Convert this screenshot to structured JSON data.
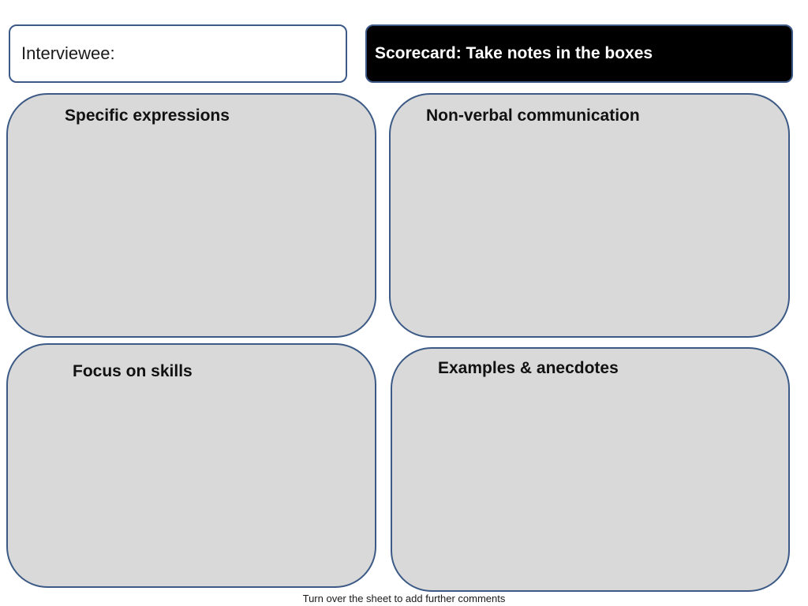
{
  "header": {
    "interviewee_label": "Interviewee:",
    "scorecard_title": "Scorecard: Take notes in the boxes"
  },
  "boxes": {
    "specific_expressions": "Specific expressions",
    "non_verbal_communication": "Non-verbal communication",
    "focus_on_skills": "Focus on skills",
    "examples_anecdotes": "Examples & anecdotes"
  },
  "footer": {
    "note": "Turn over the sheet to add further comments"
  },
  "colors": {
    "border": "#3c5a86",
    "box_fill": "#d9d9d9",
    "header_dark": "#000000"
  }
}
